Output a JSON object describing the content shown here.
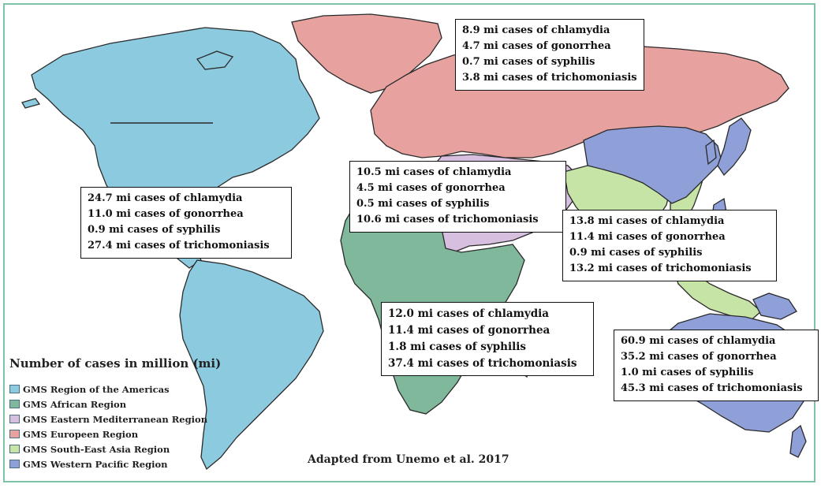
{
  "regions": [
    {
      "id": "americas",
      "label": "GMS Region of the Americas",
      "color": "#8ccbdf"
    },
    {
      "id": "africa",
      "label": "GMS African Region",
      "color": "#7fb89a"
    },
    {
      "id": "emed",
      "label": "GMS Eastern Mediterranean Region",
      "color": "#d7bfe0"
    },
    {
      "id": "europe",
      "label": "GMS Europeen Region",
      "color": "#e7a2a0"
    },
    {
      "id": "sea",
      "label": "GMS South-East Asia Region",
      "color": "#c6e4a6"
    },
    {
      "id": "wpac",
      "label": "GMS Western Pacific Region",
      "color": "#8f9fd8"
    }
  ],
  "boxes": {
    "europe": [
      "8.9 mi cases of chlamydia",
      "4.7 mi cases of gonorrhea",
      "0.7 mi cases of syphilis",
      "3.8 mi cases of trichomoniasis"
    ],
    "americas": [
      "24.7 mi cases of chlamydia",
      "11.0 mi cases of gonorrhea",
      "0.9 mi cases of syphilis",
      "27.4 mi cases of trichomoniasis"
    ],
    "emed": [
      "10.5 mi cases of chlamydia",
      "4.5 mi cases of gonorrhea",
      "0.5 mi cases of syphilis",
      "10.6 mi cases of trichomoniasis"
    ],
    "sea": [
      "13.8 mi cases of chlamydia",
      "11.4 mi cases of gonorrhea",
      "0.9 mi cases of syphilis",
      "13.2 mi cases of trichomoniasis"
    ],
    "africa": [
      "12.0 mi cases of chlamydia",
      "11.4 mi cases of gonorrhea",
      "1.8 mi cases of syphilis",
      "37.4 mi cases of trichomoniasis"
    ],
    "wpac": [
      "60.9 mi cases of chlamydia",
      "35.2 mi cases of gonorrhea",
      "1.0 mi cases of syphilis",
      "45.3 mi cases of trichomoniasis"
    ]
  },
  "legend_title": "Number of cases in million (mi)",
  "credit": "Adapted from Unemo et al. 2017",
  "colors": {
    "border": "#7fc3a6",
    "outline": "#2a2a2a"
  }
}
